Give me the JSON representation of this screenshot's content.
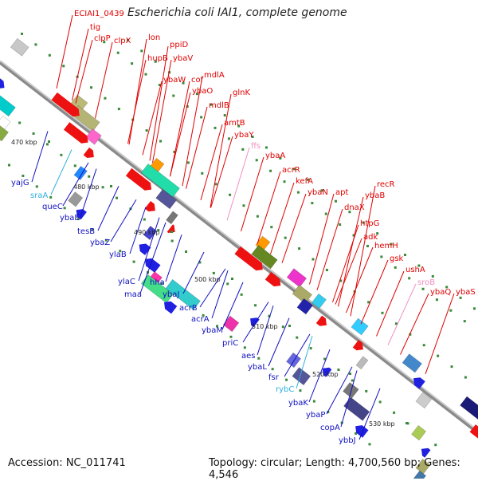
{
  "title": "Escherichia coli IAI1, complete genome",
  "footer": {
    "accession": "Accession: NC_011741",
    "summary": "Topology: circular; Length: 4,700,560 bp; Genes: 4,546"
  },
  "colors": {
    "red_label": "#e00000",
    "blue_label": "#1010c0",
    "cyan_label": "#30b0e0",
    "pink_label": "#f090c0"
  },
  "ticks": [
    {
      "label": "470 kbp"
    },
    {
      "label": "480 kbp"
    },
    {
      "label": "490 kbp"
    },
    {
      "label": "500 kbp"
    },
    {
      "label": "510 kbp"
    },
    {
      "label": "520 kbp"
    },
    {
      "label": "530 kbp"
    }
  ],
  "upper_labels": [
    {
      "text": "ECIAI1_0439",
      "color": "red"
    },
    {
      "text": "tig",
      "color": "red"
    },
    {
      "text": "clpP",
      "color": "red"
    },
    {
      "text": "clpX",
      "color": "red"
    },
    {
      "text": "lon",
      "color": "red"
    },
    {
      "text": "hupB",
      "color": "red"
    },
    {
      "text": "ppiD",
      "color": "red"
    },
    {
      "text": "ybaV",
      "color": "red"
    },
    {
      "text": "ybaW",
      "color": "red"
    },
    {
      "text": "cof",
      "color": "red"
    },
    {
      "text": "mdlA",
      "color": "red"
    },
    {
      "text": "ybaO",
      "color": "red"
    },
    {
      "text": "glnK",
      "color": "red"
    },
    {
      "text": "mdlB",
      "color": "red"
    },
    {
      "text": "amtB",
      "color": "red"
    },
    {
      "text": "ybaY",
      "color": "red"
    },
    {
      "text": "ffs",
      "color": "pink"
    },
    {
      "text": "ybaA",
      "color": "red"
    },
    {
      "text": "acrR",
      "color": "red"
    },
    {
      "text": "kefA",
      "color": "red"
    },
    {
      "text": "ybaN",
      "color": "red"
    },
    {
      "text": "apt",
      "color": "red"
    },
    {
      "text": "recR",
      "color": "red"
    },
    {
      "text": "ybaB",
      "color": "red"
    },
    {
      "text": "dnaX",
      "color": "red"
    },
    {
      "text": "htpG",
      "color": "red"
    },
    {
      "text": "adk",
      "color": "red"
    },
    {
      "text": "hemH",
      "color": "red"
    },
    {
      "text": "gsk",
      "color": "red"
    },
    {
      "text": "ushA",
      "color": "red"
    },
    {
      "text": "sroB",
      "color": "pink"
    },
    {
      "text": "ybaQ",
      "color": "red"
    },
    {
      "text": "ybaS",
      "color": "red"
    }
  ],
  "lower_labels": [
    {
      "text": "yajG",
      "color": "blue"
    },
    {
      "text": "sraA",
      "color": "cyan"
    },
    {
      "text": "queC",
      "color": "blue"
    },
    {
      "text": "ybaE",
      "color": "blue"
    },
    {
      "text": "tesB",
      "color": "blue"
    },
    {
      "text": "ybaZ",
      "color": "blue"
    },
    {
      "text": "ylaB",
      "color": "blue"
    },
    {
      "text": "ylaC",
      "color": "blue"
    },
    {
      "text": "maa",
      "color": "blue"
    },
    {
      "text": "hha",
      "color": "blue"
    },
    {
      "text": "ybaJ",
      "color": "blue"
    },
    {
      "text": "acrB",
      "color": "blue"
    },
    {
      "text": "acrA",
      "color": "blue"
    },
    {
      "text": "ybaM",
      "color": "blue"
    },
    {
      "text": "priC",
      "color": "blue"
    },
    {
      "text": "aes",
      "color": "blue"
    },
    {
      "text": "ybaL",
      "color": "blue"
    },
    {
      "text": "fsr",
      "color": "blue"
    },
    {
      "text": "rybC",
      "color": "cyan"
    },
    {
      "text": "ybaK",
      "color": "blue"
    },
    {
      "text": "ybaP",
      "color": "blue"
    },
    {
      "text": "copA",
      "color": "blue"
    },
    {
      "text": "ybbJ",
      "color": "blue"
    }
  ]
}
